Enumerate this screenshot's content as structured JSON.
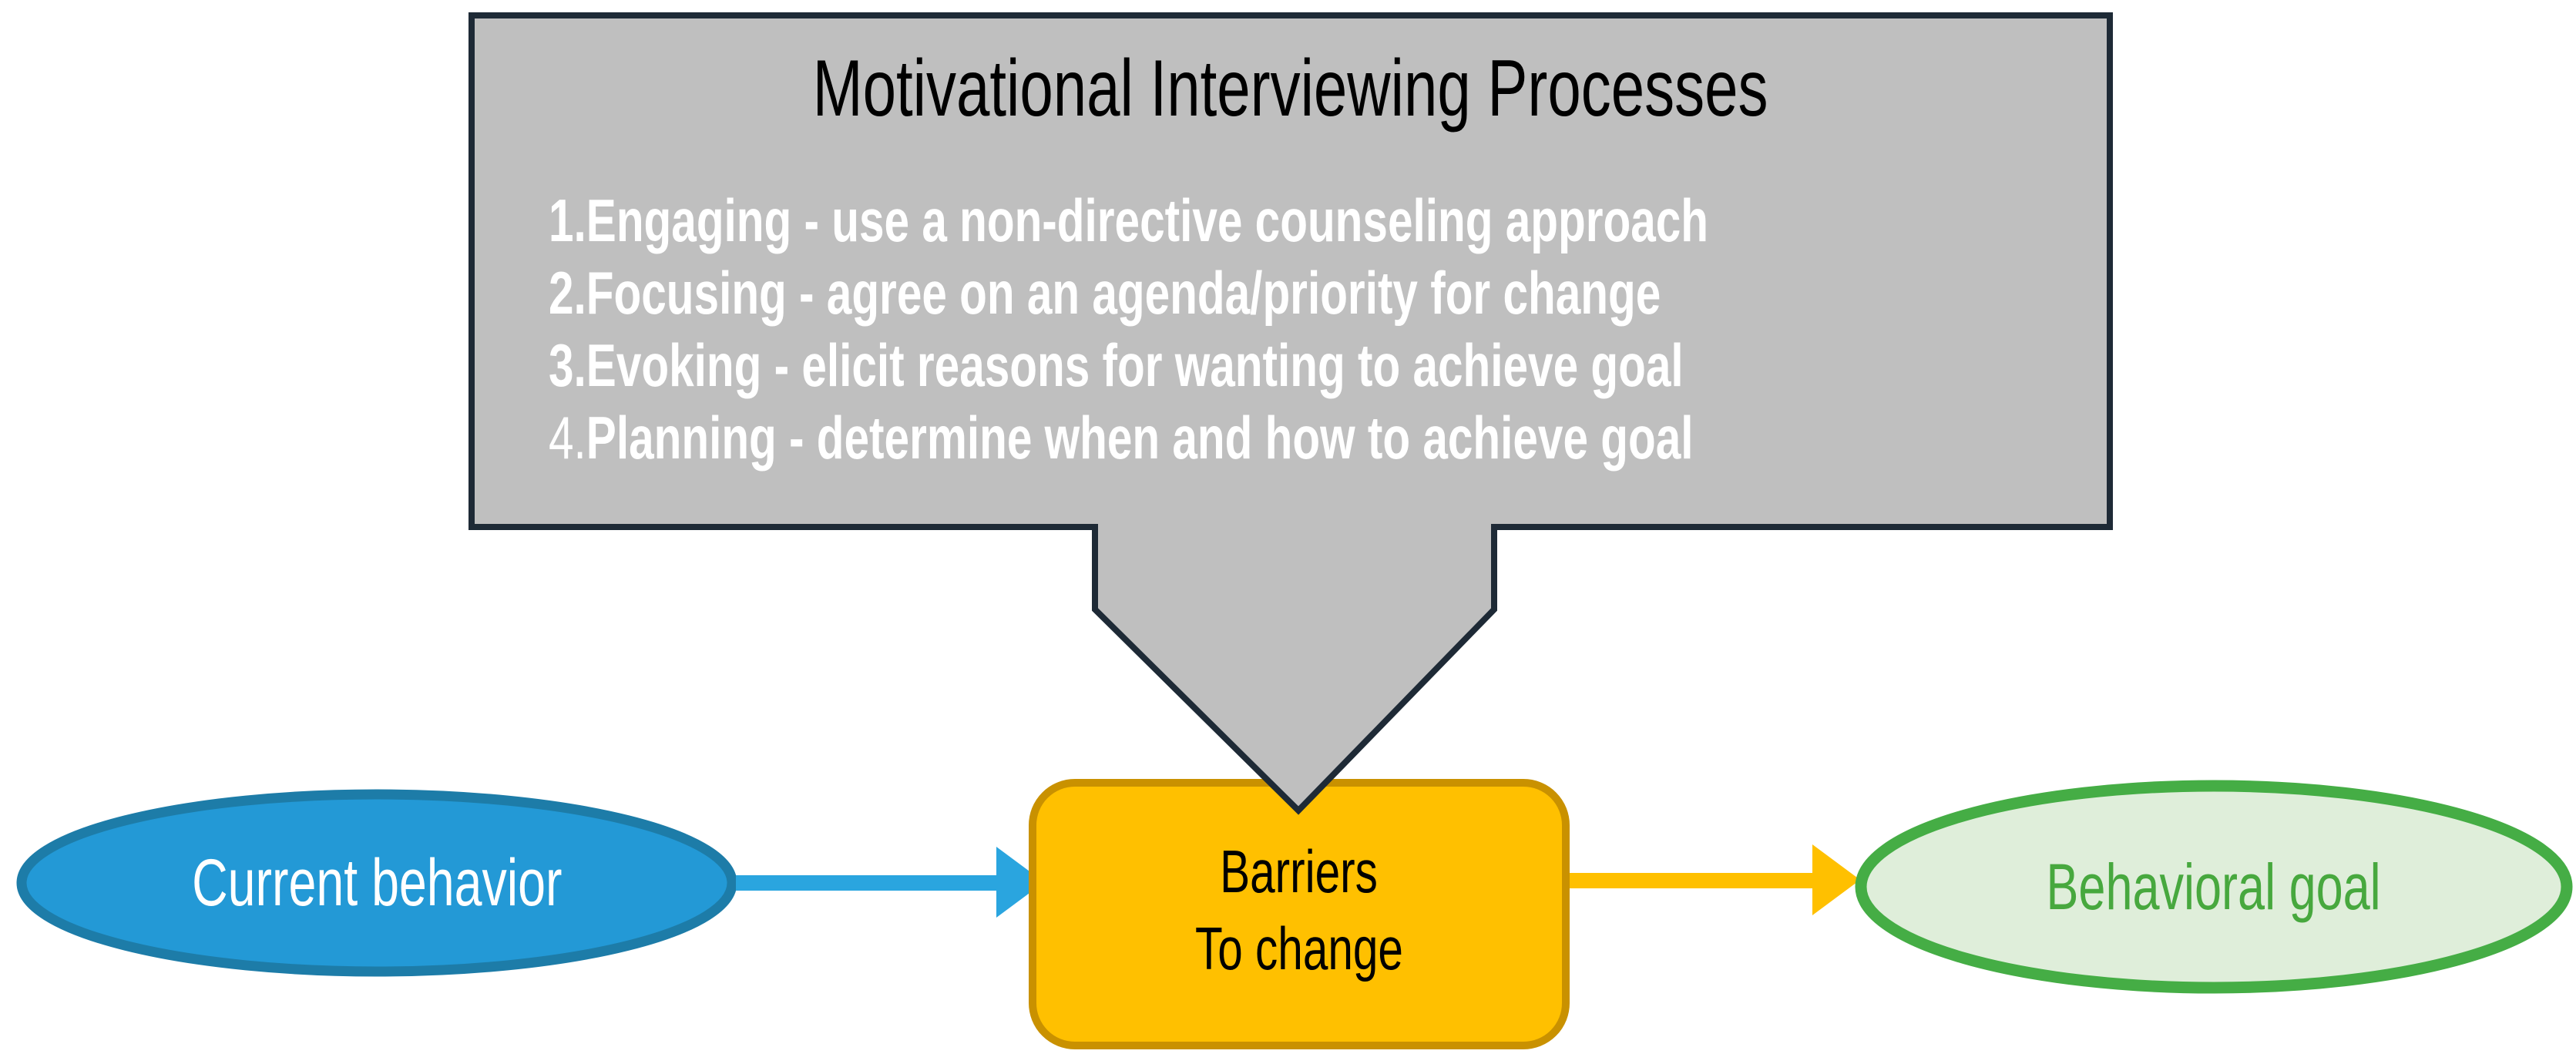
{
  "canvas": {
    "background": "#ffffff"
  },
  "callout": {
    "title": "Motivational Interviewing Processes",
    "title_color": "#000000",
    "fill": "#bfbfbf",
    "border_color": "#1e2a36",
    "list_color": "#ffffff",
    "items": [
      {
        "number": "1.",
        "text": "Engaging - use a non-directive counseling approach"
      },
      {
        "number": "2.",
        "text": "Focusing - agree on an agenda/priority for change"
      },
      {
        "number": "3.",
        "text": "Evoking - elicit reasons for wanting to achieve goal"
      },
      {
        "number": "4.",
        "text": "Planning - determine when and how to achieve goal"
      }
    ]
  },
  "flow": {
    "current_behavior": {
      "label": "Current behavior",
      "fill": "#2399d6",
      "border_color": "#1d7ca8",
      "text_color": "#ffffff"
    },
    "barriers": {
      "line1": "Barriers",
      "line2": "To change",
      "fill": "#ffc000",
      "border_color": "#c99100",
      "text_color": "#000000"
    },
    "behavioral_goal": {
      "label": "Behavioral goal",
      "fill": "#dfeeda",
      "border_color": "#45ad45",
      "text_color": "#47a83e"
    },
    "arrow_left_color": "#2aa5df",
    "arrow_right_color": "#ffc000"
  }
}
